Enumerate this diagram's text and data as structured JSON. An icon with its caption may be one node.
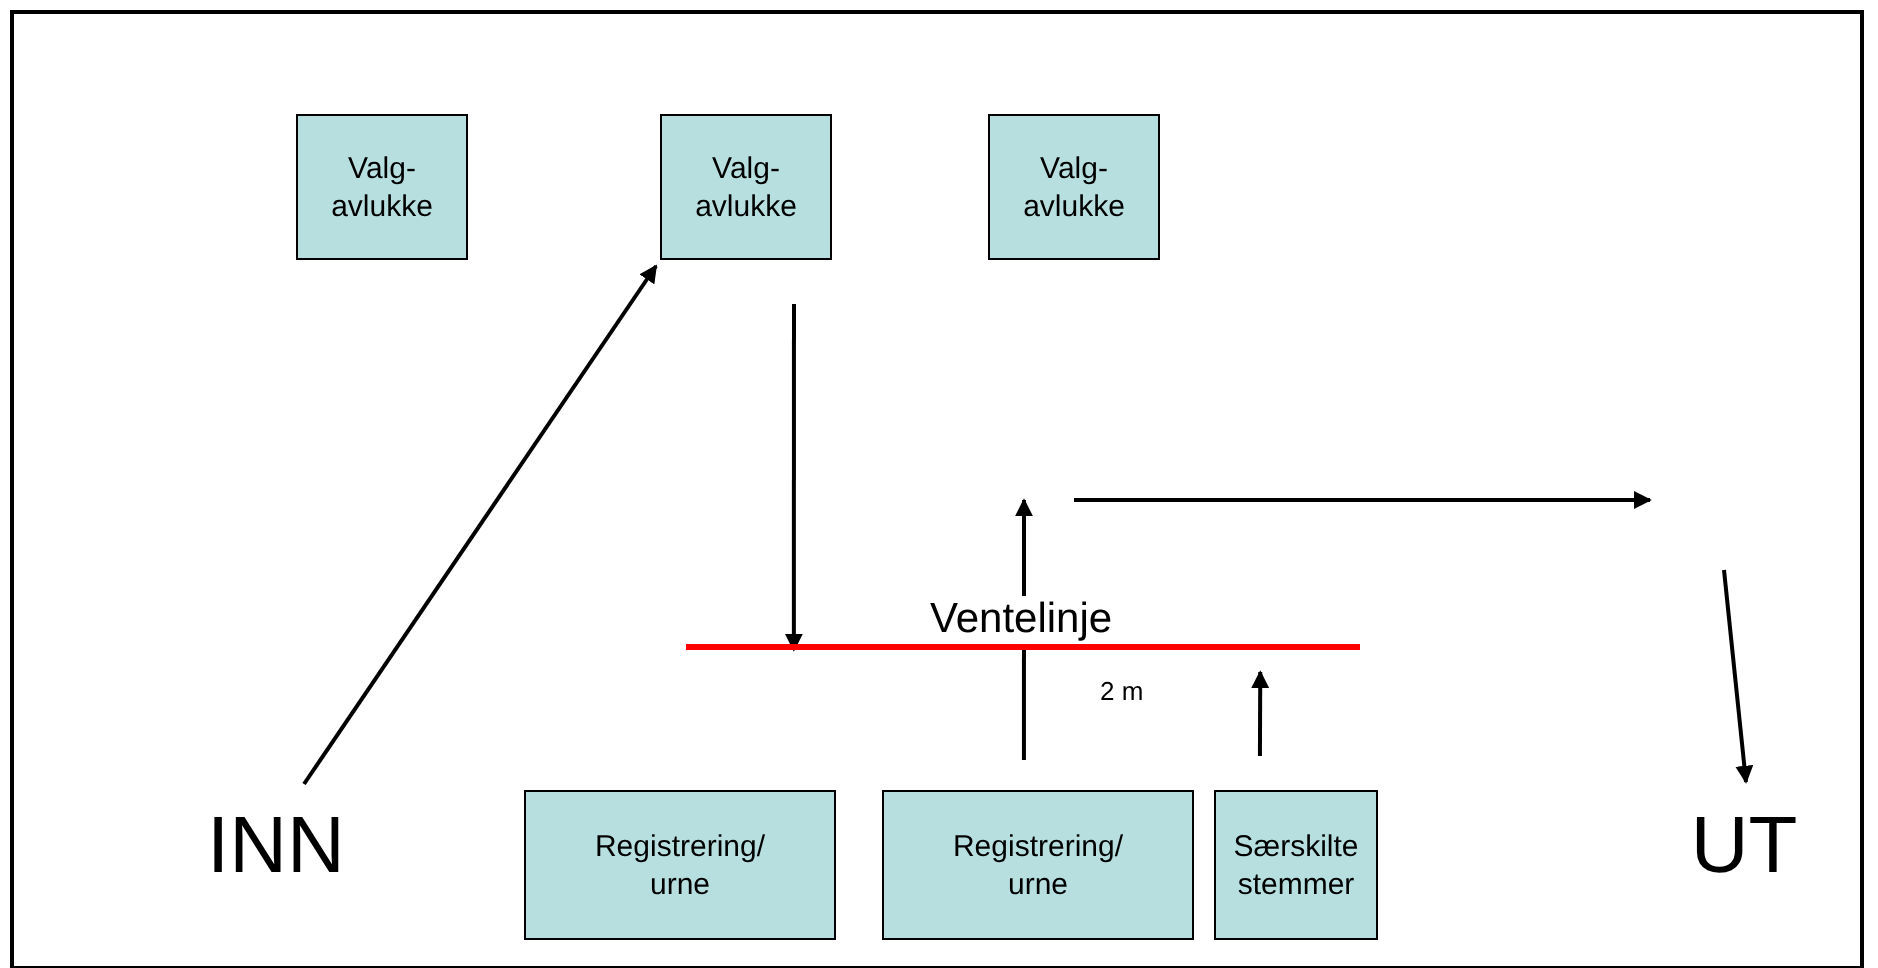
{
  "diagram": {
    "nodes": [
      {
        "text": [
          "Valg- avlukke"
        ]
      },
      {
        "text": [
          "Valg- avlukke"
        ]
      },
      {
        "text": [
          "Valg- avlukke"
        ]
      },
      {
        "text": [
          "Ventelinje"
        ]
      },
      {
        "text": [
          "INN"
        ]
      },
      {
        "text": [
          "Registrering/ urne"
        ]
      },
      {
        "text": [
          "Registrering/ urne"
        ]
      },
      {
        "text": [
          "Særskilte stemmer"
        ]
      },
      {
        "text": [
          "UT"
        ]
      }
    ],
    "edges": [
      {
        "from": 4,
        "to": 1,
        "arrow": "to"
      },
      {
        "from": 1,
        "to": 3,
        "arrow": "to"
      },
      {
        "from": 6,
        "to": null,
        "arrow": "to"
      },
      {
        "from": null,
        "to": 8,
        "arrow": "to"
      },
      {
        "from": 7,
        "to": 3,
        "arrow": "to"
      }
    ],
    "labels": [
      "2 m"
    ]
  }
}
